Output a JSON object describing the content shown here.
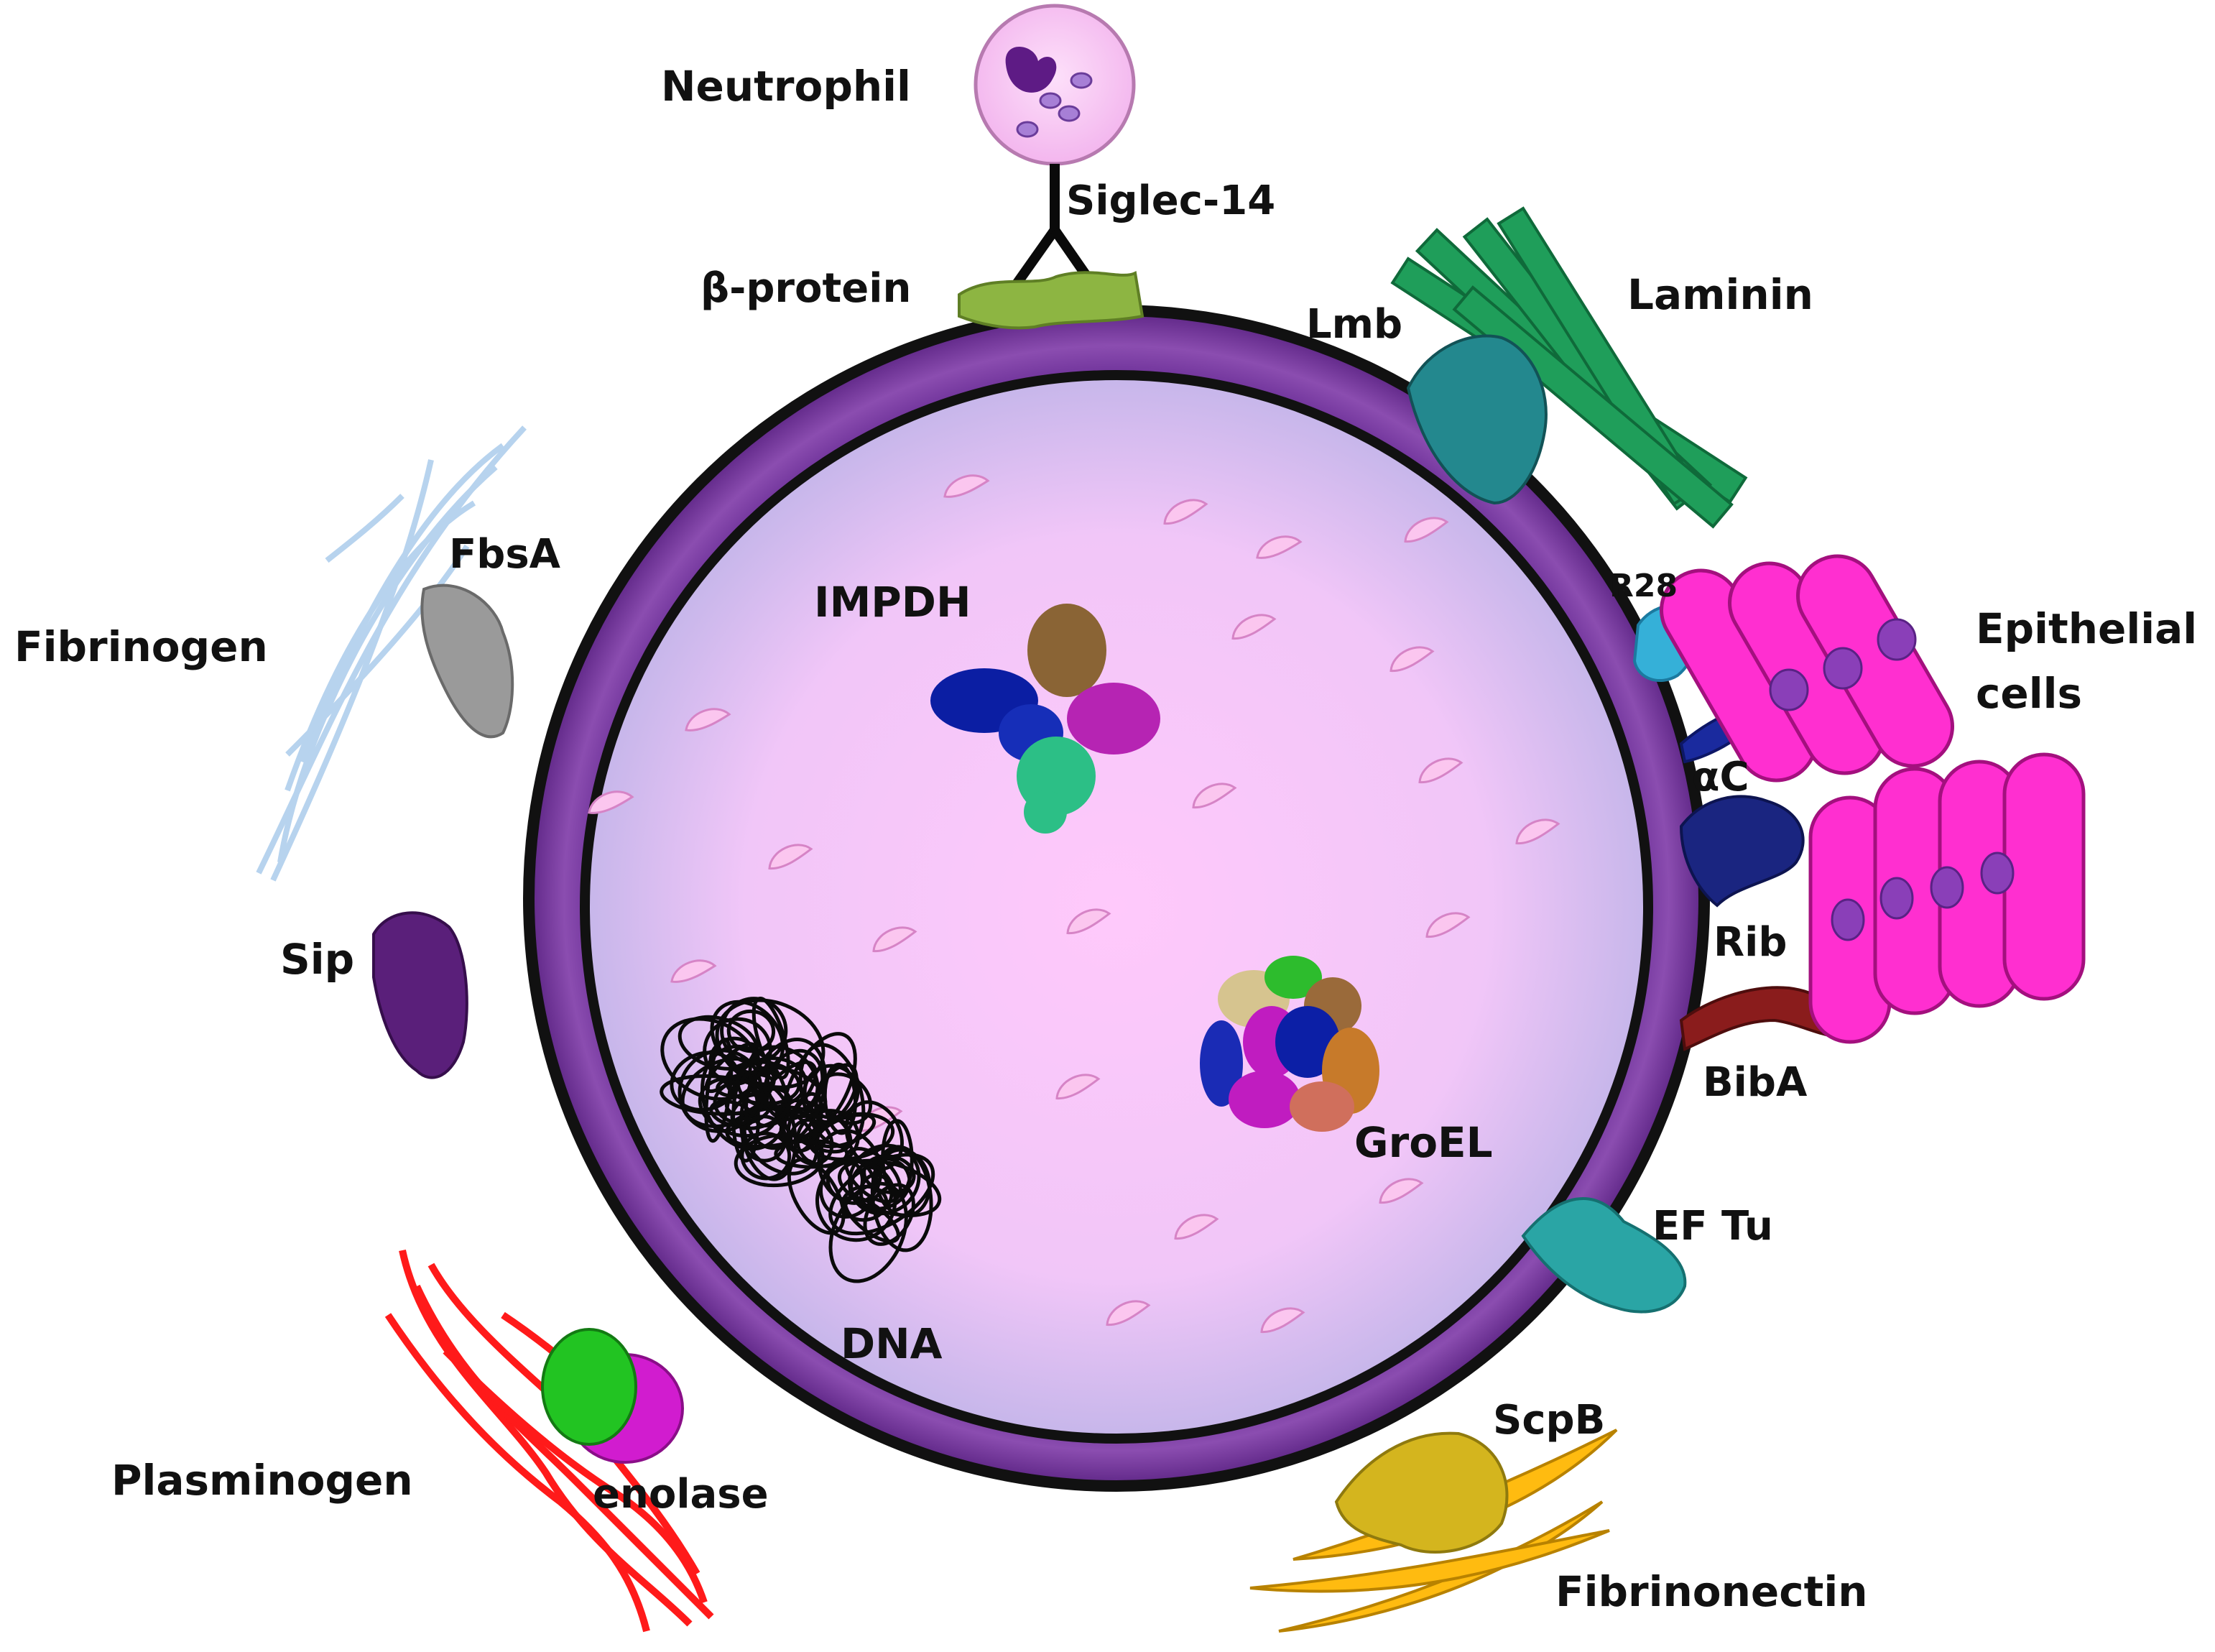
{
  "labels": {
    "neutrophil": "Neutrophil",
    "siglec": "Siglec-14",
    "beta_protein": "β-protein",
    "lmb": "Lmb",
    "laminin": "Laminin",
    "fbsa": "FbsA",
    "fibrinogen": "Fibrinogen",
    "r28": "R28",
    "epithelial_line1": "Epithelial",
    "epithelial_line2": "cells",
    "alpha_c": "αC",
    "impdh": "IMPDH",
    "sip": "Sip",
    "rib": "Rib",
    "biba": "BibA",
    "groel": "GroEL",
    "ef_tu": "EF Tu",
    "dna": "DNA",
    "scpb": "ScpB",
    "plasminogen": "Plasminogen",
    "enolase": "enolase",
    "fibrinonectin": "Fibrinonectin"
  },
  "colors": {
    "cell_wall": "#7b3fa0",
    "cell_wall_edge": "#111111",
    "cytoplasm_center": "#ffc9fb",
    "cytoplasm_edge": "#c9b8ec",
    "neutrophil": "#f9c8f4",
    "beta_protein": "#8db542",
    "lmb": "#23888e",
    "laminin": "#1f9e5a",
    "fbsa": "#9a9a9a",
    "fibrinogen": "#b7d3ee",
    "r28": "#35b0d8",
    "alpha_c": "#1a2a9e",
    "rib": "#1a2580",
    "biba": "#8a1c1c",
    "epithelial": "#ff2fd0",
    "sip": "#5a1f7a",
    "ef_tu": "#2aa5a5",
    "scpb": "#d4b51e",
    "fibronectin": "#ffbb10",
    "plasminogen": "#ff1a1a",
    "enolase_green": "#22c422",
    "enolase_magenta": "#d11ccf"
  }
}
